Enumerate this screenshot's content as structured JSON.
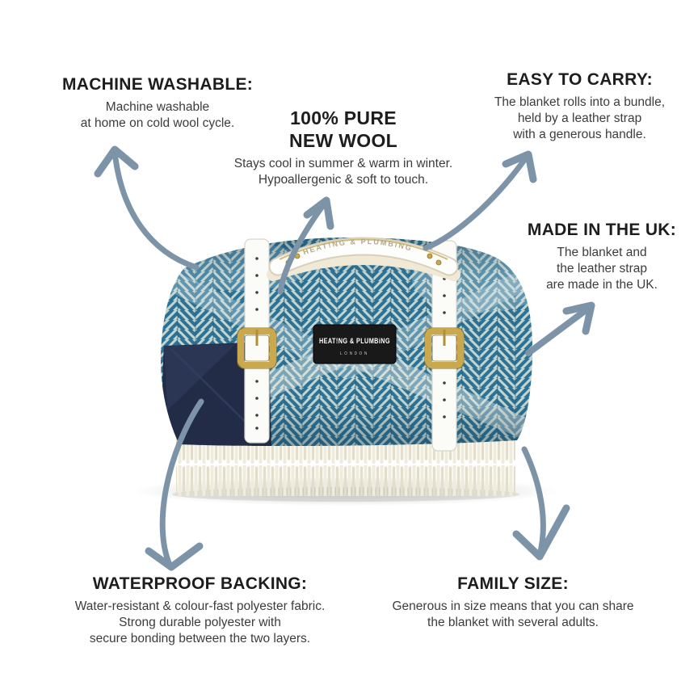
{
  "page": {
    "background": "#ffffff"
  },
  "colors": {
    "arrow": "#7d94a8",
    "heading_text": "#1d1d1f",
    "body_text": "#3c3c3c",
    "blanket_teal": "#2d7194",
    "blanket_stripe": "#d7e3da",
    "waterproof_navy": "#232c47",
    "fringe_cream": "#efecdc",
    "strap_white": "#fbfbf8",
    "buckle_gold": "#c9a84e",
    "label_black": "#191919"
  },
  "callouts": {
    "machine_washable": {
      "title": "MACHINE WASHABLE:",
      "lines": [
        "Machine washable",
        "at home on cold wool cycle."
      ]
    },
    "pure_new_wool": {
      "title_lines": [
        "100% PURE",
        "NEW WOOL"
      ],
      "lines": [
        "Stays cool in summer & warm in winter.",
        "Hypoallergenic & soft to touch."
      ]
    },
    "easy_to_carry": {
      "title": "EASY TO CARRY:",
      "lines": [
        "The blanket rolls into a bundle,",
        "held by a leather strap",
        "with a generous handle."
      ]
    },
    "made_in_uk": {
      "title": "MADE IN THE UK:",
      "lines": [
        "The blanket and",
        "the leather strap",
        "are made in the UK."
      ]
    },
    "waterproof_backing": {
      "title": "WATERPROOF BACKING:",
      "lines": [
        "Water-resistant & colour-fast polyester fabric.",
        "Strong durable polyester with",
        "secure bonding between the two layers."
      ]
    },
    "family_size": {
      "title": "FAMILY SIZE:",
      "lines": [
        "Generous in size means that you can share",
        "the blanket with several adults."
      ]
    }
  },
  "product": {
    "label_title": "HEAT!NG & PLUMBiNG",
    "label_city": "LONDON",
    "handle_text": "HEAT!NG & PLUMBiNG"
  }
}
